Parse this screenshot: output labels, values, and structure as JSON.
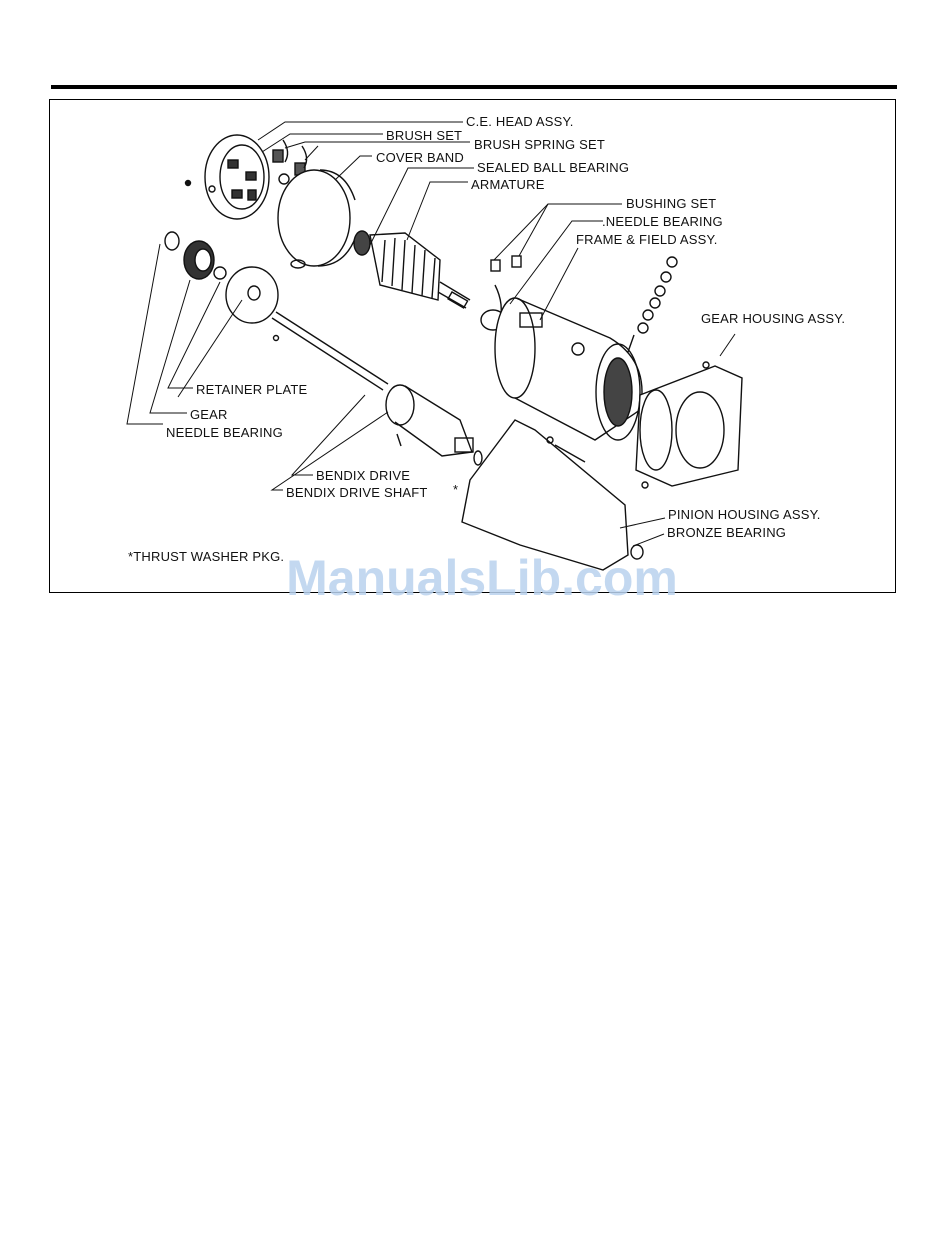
{
  "labels": {
    "ce_head": "C.E. HEAD ASSY.",
    "brush_set": "BRUSH SET",
    "brush_spring_set": "BRUSH SPRING SET",
    "cover_band": "COVER BAND",
    "sealed_ball_bearing": "SEALED BALL BEARING",
    "armature": "ARMATURE",
    "bushing_set": "BUSHING SET",
    "needle_bearing_top": ".NEEDLE BEARING",
    "frame_field": "FRAME & FIELD ASSY.",
    "gear_housing": "GEAR HOUSING ASSY.",
    "retainer_plate": "RETAINER PLATE",
    "gear": "GEAR",
    "needle_bearing_left": "NEEDLE BEARING",
    "bendix_drive": "BENDIX DRIVE",
    "bendix_drive_shaft": "BENDIX DRIVE SHAFT",
    "pinion_housing": "PINION HOUSING ASSY.",
    "bronze_bearing": "BRONZE BEARING",
    "thrust_washer": "*THRUST WASHER PKG.",
    "asterisk": "*"
  },
  "watermark": "ManualsLib.com"
}
